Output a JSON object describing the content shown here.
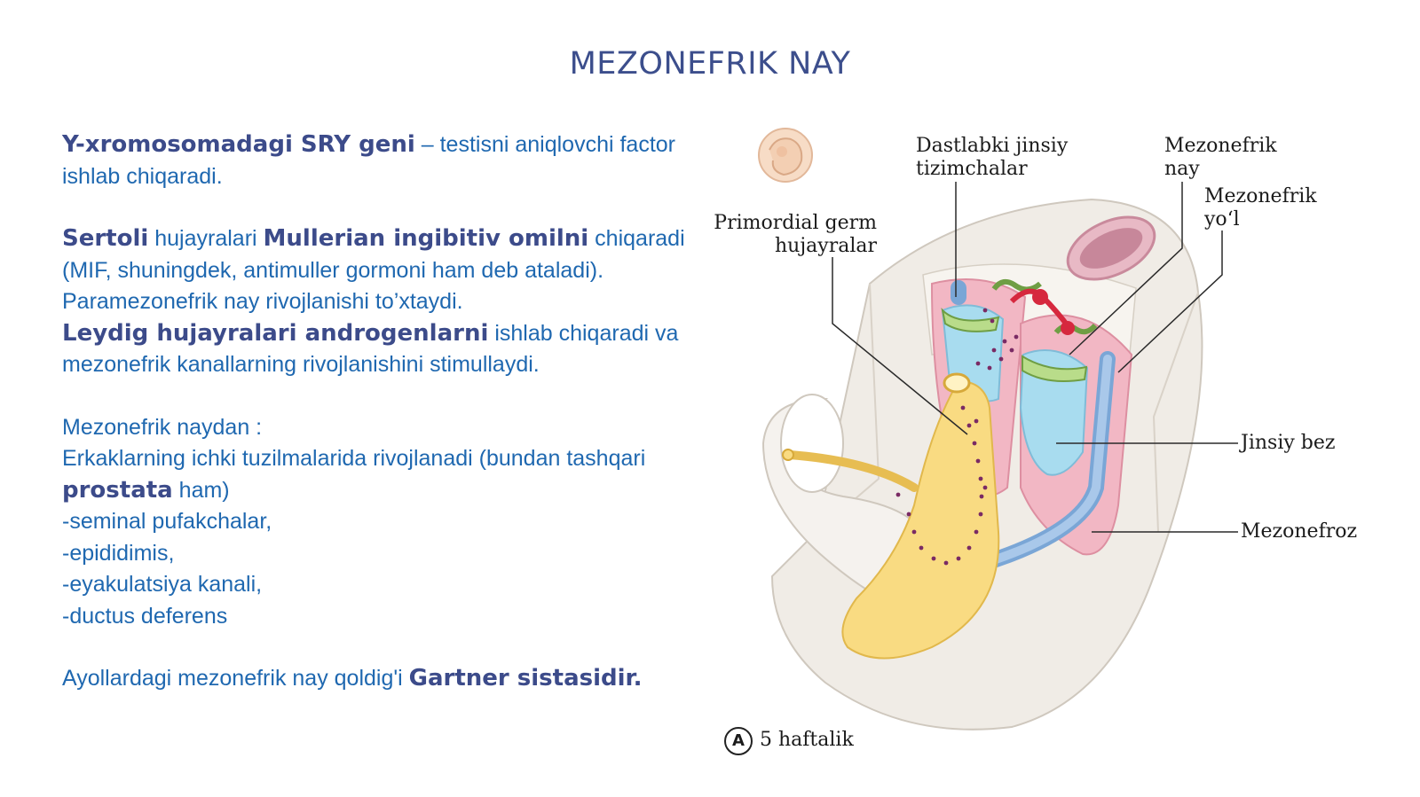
{
  "slide": {
    "title": "MEZONEFRIK NAY",
    "paragraphs": {
      "p1": {
        "b1": "Y-xromosomadagi SRY geni",
        "t1": " – testisni aniqlovchi factor ishlab chiqaradi."
      },
      "p2": {
        "b1": "Sertoli",
        "t1": " hujayralari ",
        "b2": "Mullerian ingibitiv omilni",
        "t2": " chiqaradi"
      },
      "p3": "(MIF, shuningdek, antimuller gormoni ham deb ataladi).",
      "p4": "Paramezonefrik nay rivojlanishi to’xtaydi.",
      "p5": {
        "b1": "Leydig hujayralari  androgenlarni",
        "t1": " ishlab chiqaradi va mezonefrik kanallarning rivojlanishini stimullaydi."
      },
      "p6": "Mezonefrik naydan :",
      "p7": "Erkaklarning ichki tuzilmalarida rivojlanadi (bundan tashqari",
      "p8": {
        "b1": "prostata",
        "t1": " ham)"
      },
      "p9": "-seminal pufakchalar,",
      "p10": "-epididimis,",
      "p11": "-eyakulatsiya kanali,",
      "p12": "-ductus deferens",
      "p13": {
        "t1": "Ayollardagi mezonefrik nay qoldig'i ",
        "b1": "Gartner sistasidir."
      }
    }
  },
  "diagram": {
    "labels": {
      "genital_ridge_1": "Dastlabki jinsiy",
      "genital_ridge_2": "tizimchalar",
      "mesonephric_duct_1": "Mezonefrik",
      "mesonephric_duct_2": "nay",
      "mesonephric_tubule_1": "Mezonefrik",
      "mesonephric_tubule_2": "yo‘l",
      "germ_cells_1": "Primordial germ",
      "germ_cells_2": "hujayralar",
      "gonad": "Jinsiy bez",
      "mesonephros": "Mezonefroz",
      "panel_letter": "A",
      "panel_caption": "5 haftalik"
    },
    "colors": {
      "gonad_blue": "#a8dcef",
      "mesonephros_pink": "#f2b7c4",
      "gut_yellow": "#f9db82",
      "duct_blue": "#8fb6e0",
      "tubule_green": "#b9dc8a",
      "germ_dots": "#7a2a64"
    }
  }
}
